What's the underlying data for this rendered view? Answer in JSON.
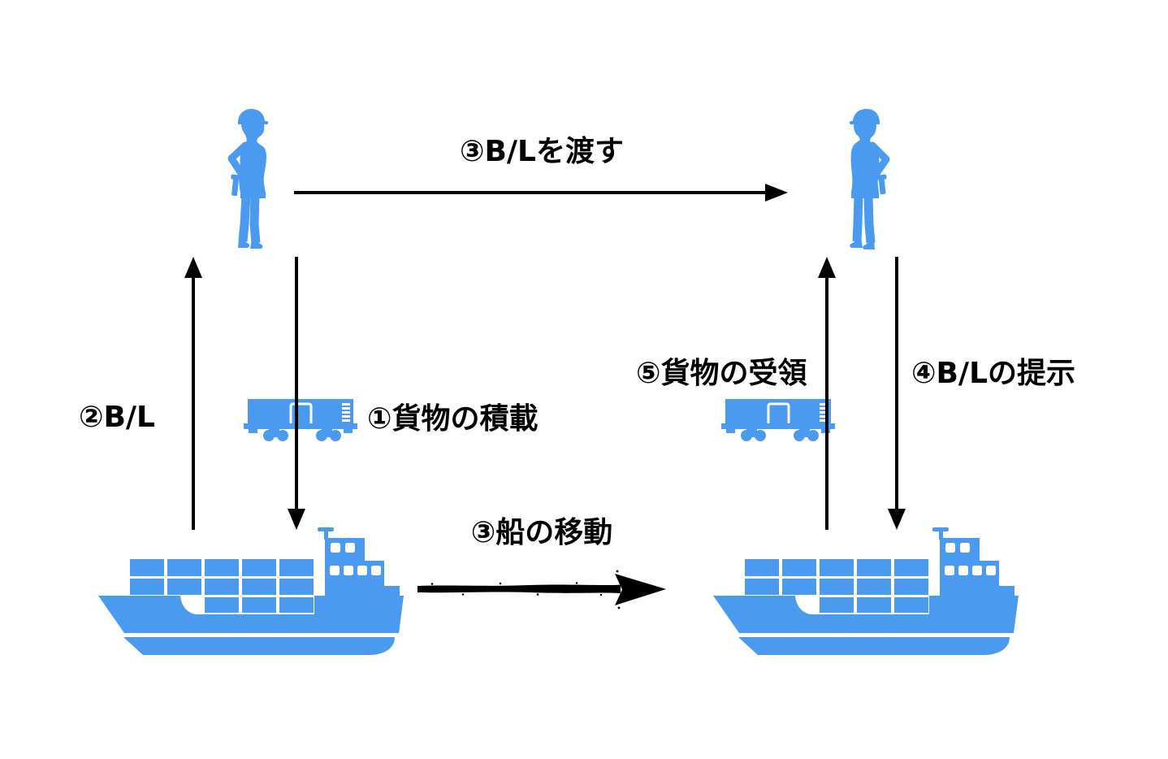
{
  "title": "B/L (Bill of Lading) shipping flow diagram",
  "colors": {
    "figure_blue": "#4A9BF0",
    "line_black": "#000000",
    "background": "#FFFFFF"
  },
  "labels": {
    "hand_over_bl": "③B/Lを渡す",
    "bl": "②B/L",
    "cargo_loading": "①貨物の積載",
    "cargo_receipt": "⑤貨物の受領",
    "bl_presentation": "④B/Lの提示",
    "ship_movement": "③船の移動"
  },
  "icons": {
    "left_person": "female-dock-worker-silhouette",
    "right_person": "male-dock-worker-silhouette",
    "left_freight_car": "freight-boxcar",
    "right_freight_car": "freight-boxcar",
    "left_ship": "container-ship",
    "right_ship": "container-ship",
    "top_arrow": "arrow-right",
    "left_up_arrow": "arrow-up",
    "left_down_arrow": "arrow-down",
    "right_up_arrow": "arrow-up",
    "right_down_arrow": "arrow-down",
    "ship_movement_arrow": "rough-arrow-right"
  }
}
